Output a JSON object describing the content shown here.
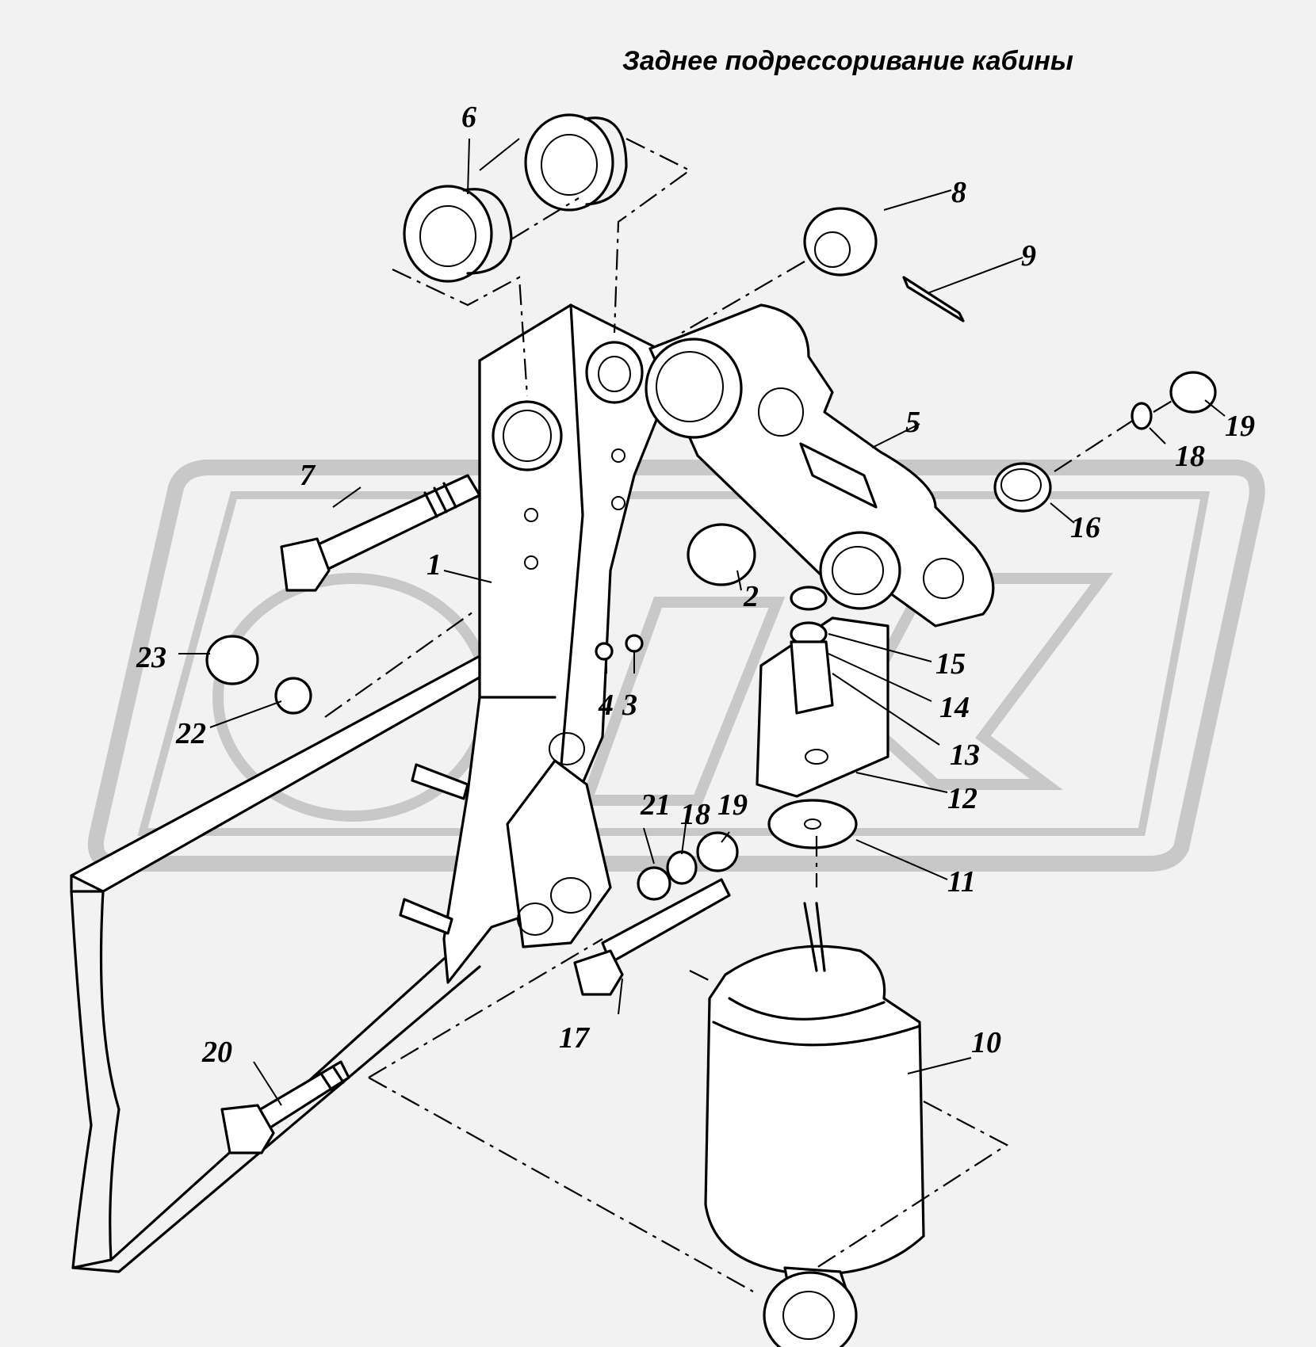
{
  "title": "Заднее подрессоривание кабины",
  "callouts": {
    "c1": "1",
    "c2": "2",
    "c3": "3",
    "c4": "4",
    "c5": "5",
    "c6": "6",
    "c7": "7",
    "c8": "8",
    "c9": "9",
    "c10": "10",
    "c11": "11",
    "c12": "12",
    "c13": "13",
    "c14": "14",
    "c15": "15",
    "c16": "16",
    "c17": "17",
    "c18a": "18",
    "c18b": "18",
    "c19a": "19",
    "c19b": "19",
    "c20": "20",
    "c21": "21",
    "c22": "22",
    "c23": "23"
  },
  "colors": {
    "background": "#f2f2f2",
    "line": "#000000",
    "watermark": "#c8c8c8"
  }
}
